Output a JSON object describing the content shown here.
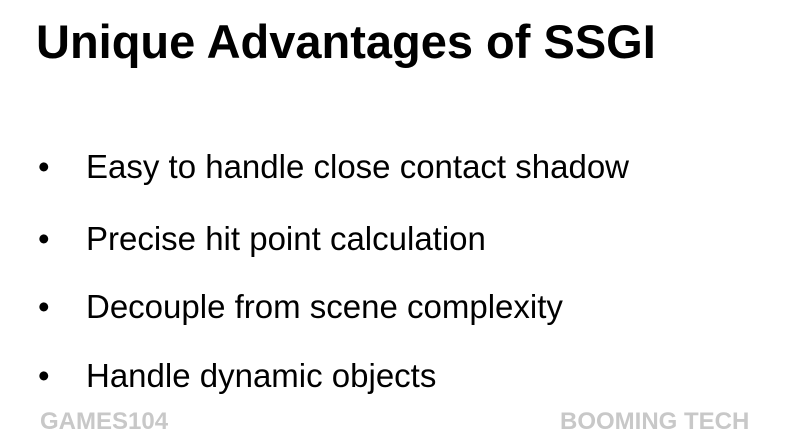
{
  "title": "Unique Advantages of SSGI",
  "bullets": [
    "Easy to handle close contact shadow",
    "Precise hit point calculation",
    "Decouple from scene complexity",
    "Handle dynamic objects"
  ],
  "watermark": "GAMES104",
  "watermark2": "BOOMING TECH"
}
